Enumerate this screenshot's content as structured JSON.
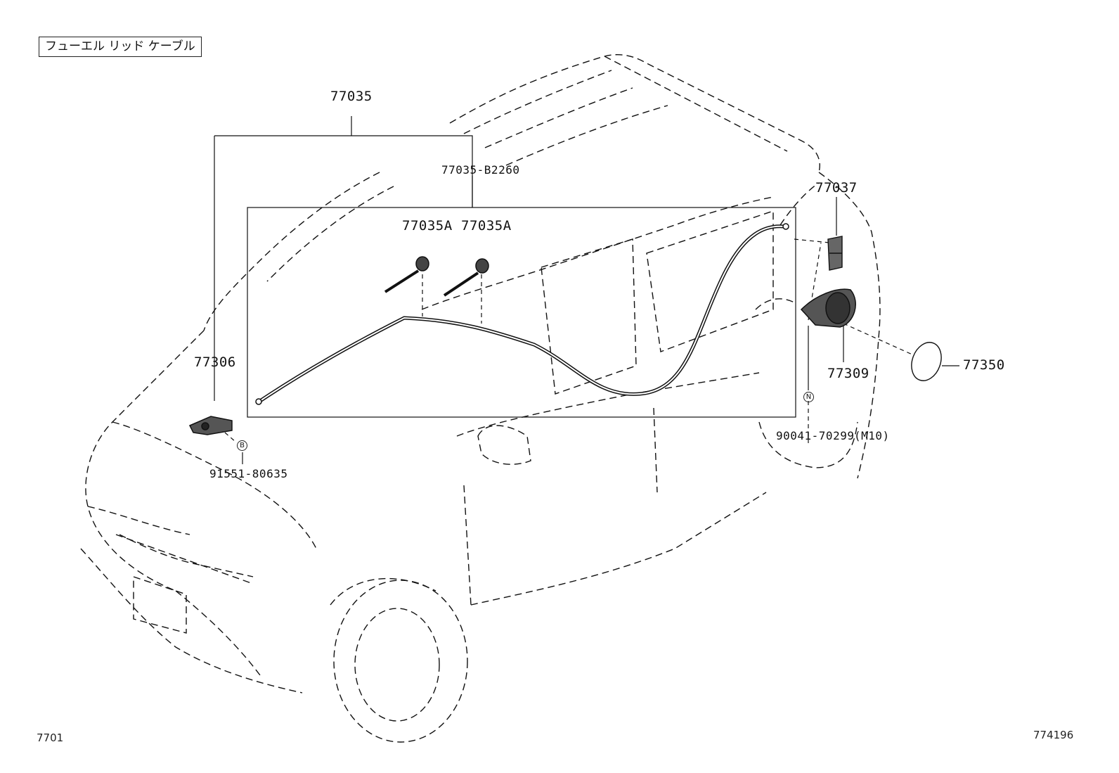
{
  "title": "フューエル リッド ケーブル",
  "labels": {
    "assy": "77035",
    "cable_pn": "77035-B2260",
    "clamp_a1": "77035A",
    "clamp_a2": "77035A",
    "lock_77306": "77306",
    "bolt_91551": "91551-80635",
    "part_77037": "77037",
    "part_77309": "77309",
    "part_77350": "77350",
    "screw_90041": "90041-70299",
    "screw_spec": "(M10)"
  },
  "markers": {
    "b": "B",
    "n": "N"
  },
  "footer": {
    "left_code": "7701",
    "right_code": "774196"
  },
  "colors": {
    "line": "#111111",
    "background": "#ffffff"
  },
  "icons": [
    "car-outline-icon",
    "cable-icon",
    "clamp-icon",
    "lock-icon",
    "fuel-lid-icon",
    "cap-icon"
  ]
}
